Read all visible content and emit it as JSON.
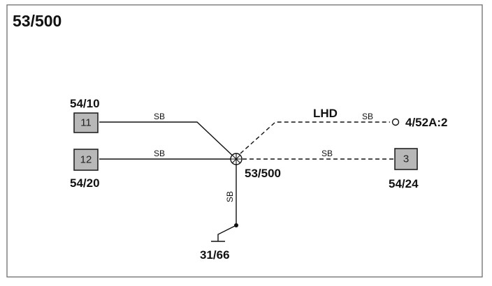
{
  "title": "53/500",
  "connectors": {
    "c54_10": {
      "label": "54/10",
      "pin": "11"
    },
    "c54_20": {
      "label": "54/20",
      "pin": "12"
    },
    "c54_24": {
      "label": "54/24",
      "pin": "3"
    }
  },
  "splice": {
    "label": "53/500"
  },
  "ground": {
    "label": "31/66"
  },
  "terminal": {
    "label": "4/52A:2"
  },
  "wires": {
    "w1_color": "SB",
    "w2_color": "SB",
    "w3_color": "SB",
    "w4_color": "SB",
    "w5_color": "SB"
  },
  "option_label": "LHD"
}
